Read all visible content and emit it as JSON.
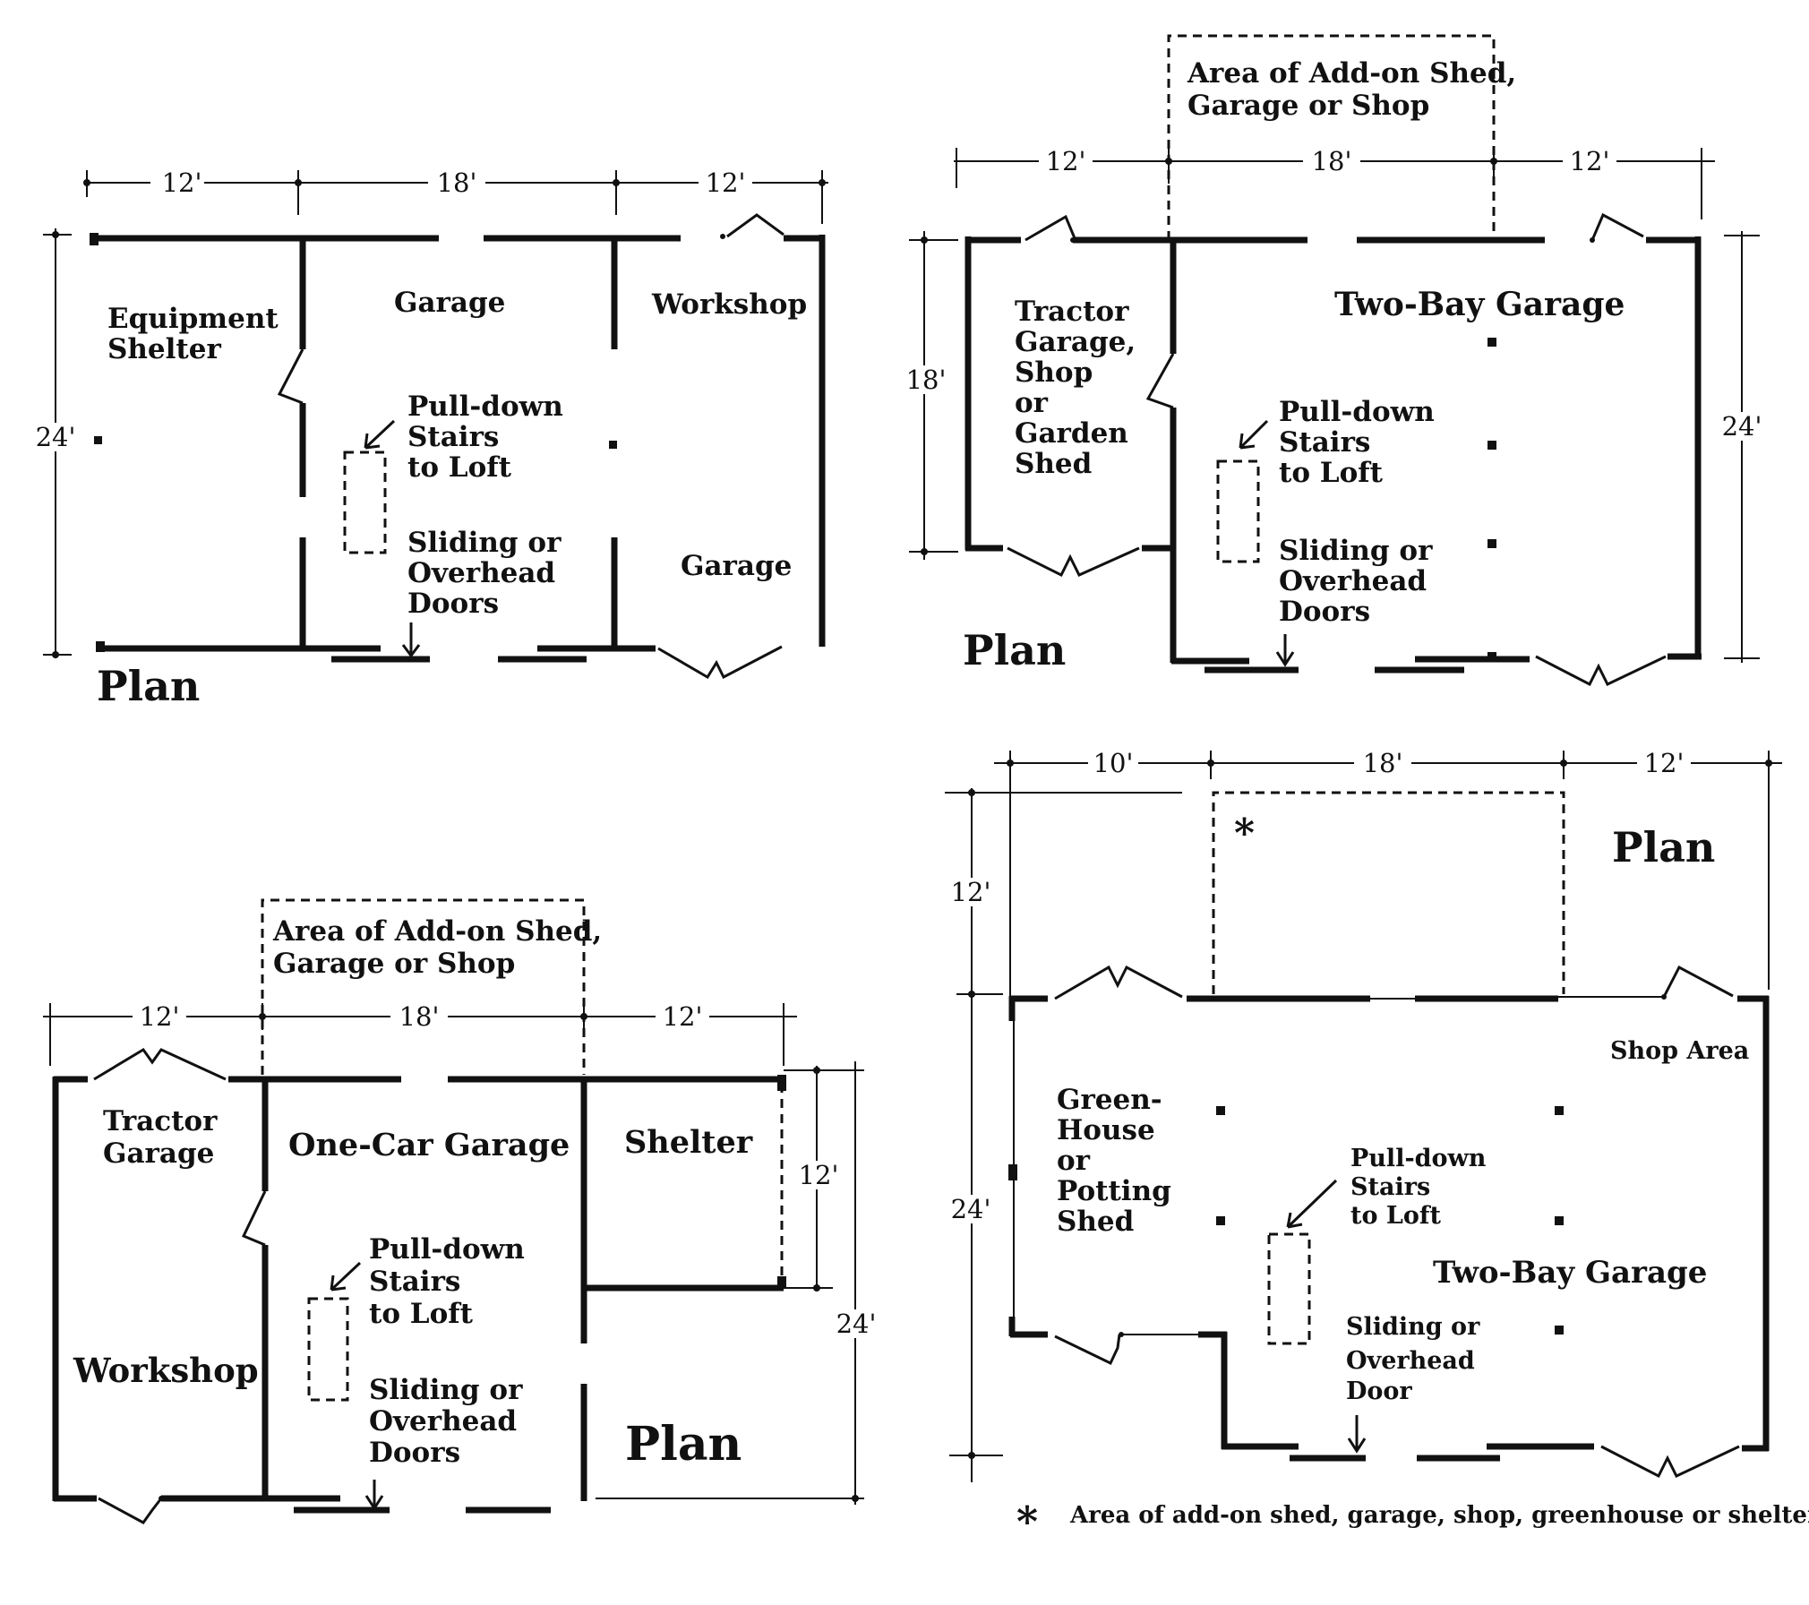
{
  "plans": [
    {
      "plan_label": "Plan",
      "dims": {
        "a": "12'",
        "b": "18'",
        "c": "12'",
        "depth": "24'"
      },
      "rooms": {
        "left": [
          "Equipment",
          "Shelter"
        ],
        "center": [
          "Garage"
        ],
        "right_top": [
          "Workshop"
        ],
        "right_bottom": [
          "Garage"
        ]
      },
      "stairs_label": [
        "Pull-down",
        "Stairs",
        "to Loft"
      ],
      "doors_label": [
        "Sliding or",
        "Overhead",
        "Doors"
      ]
    },
    {
      "plan_label": "Plan",
      "addon_label": [
        "Area of Add-on Shed,",
        "Garage or Shop"
      ],
      "dims": {
        "a": "12'",
        "b": "18'",
        "c": "12'",
        "left_depth": "18'",
        "depth": "24'"
      },
      "rooms": {
        "left": [
          "Tractor",
          "Garage,",
          "Shop",
          "or",
          "Garden",
          "Shed"
        ],
        "main": [
          "Two-Bay Garage"
        ]
      },
      "stairs_label": [
        "Pull-down",
        "Stairs",
        "to Loft"
      ],
      "doors_label": [
        "Sliding or",
        "Overhead",
        "Doors"
      ]
    },
    {
      "plan_label": "Plan",
      "addon_label": [
        "Area of Add-on Shed,",
        "Garage or Shop"
      ],
      "dims": {
        "a": "12'",
        "b": "18'",
        "c": "12'",
        "shelter_depth": "12'",
        "depth": "24'"
      },
      "rooms": {
        "left_top": [
          "Tractor",
          "Garage"
        ],
        "left_bottom": [
          "Workshop"
        ],
        "center": [
          "One-Car Garage"
        ],
        "right": [
          "Shelter"
        ]
      },
      "stairs_label": [
        "Pull-down",
        "Stairs",
        "to Loft"
      ],
      "doors_label": [
        "Sliding or",
        "Overhead",
        "Doors"
      ]
    },
    {
      "plan_label": "Plan",
      "dims": {
        "a": "10'",
        "b": "18'",
        "c": "12'",
        "addon_depth": "12'",
        "depth": "24'"
      },
      "asterisk": "*",
      "rooms": {
        "left": [
          "Green-",
          "House",
          "or",
          "Potting",
          "Shed"
        ],
        "shop": [
          "Shop Area"
        ],
        "main": [
          "Two-Bay Garage"
        ]
      },
      "stairs_label": [
        "Pull-down",
        "Stairs",
        "to Loft"
      ],
      "doors_label": [
        "Sliding or",
        "Overhead",
        "Door"
      ],
      "footnote_mark": "*",
      "footnote": "Area of add-on shed, garage, shop, greenhouse or shelter"
    }
  ]
}
